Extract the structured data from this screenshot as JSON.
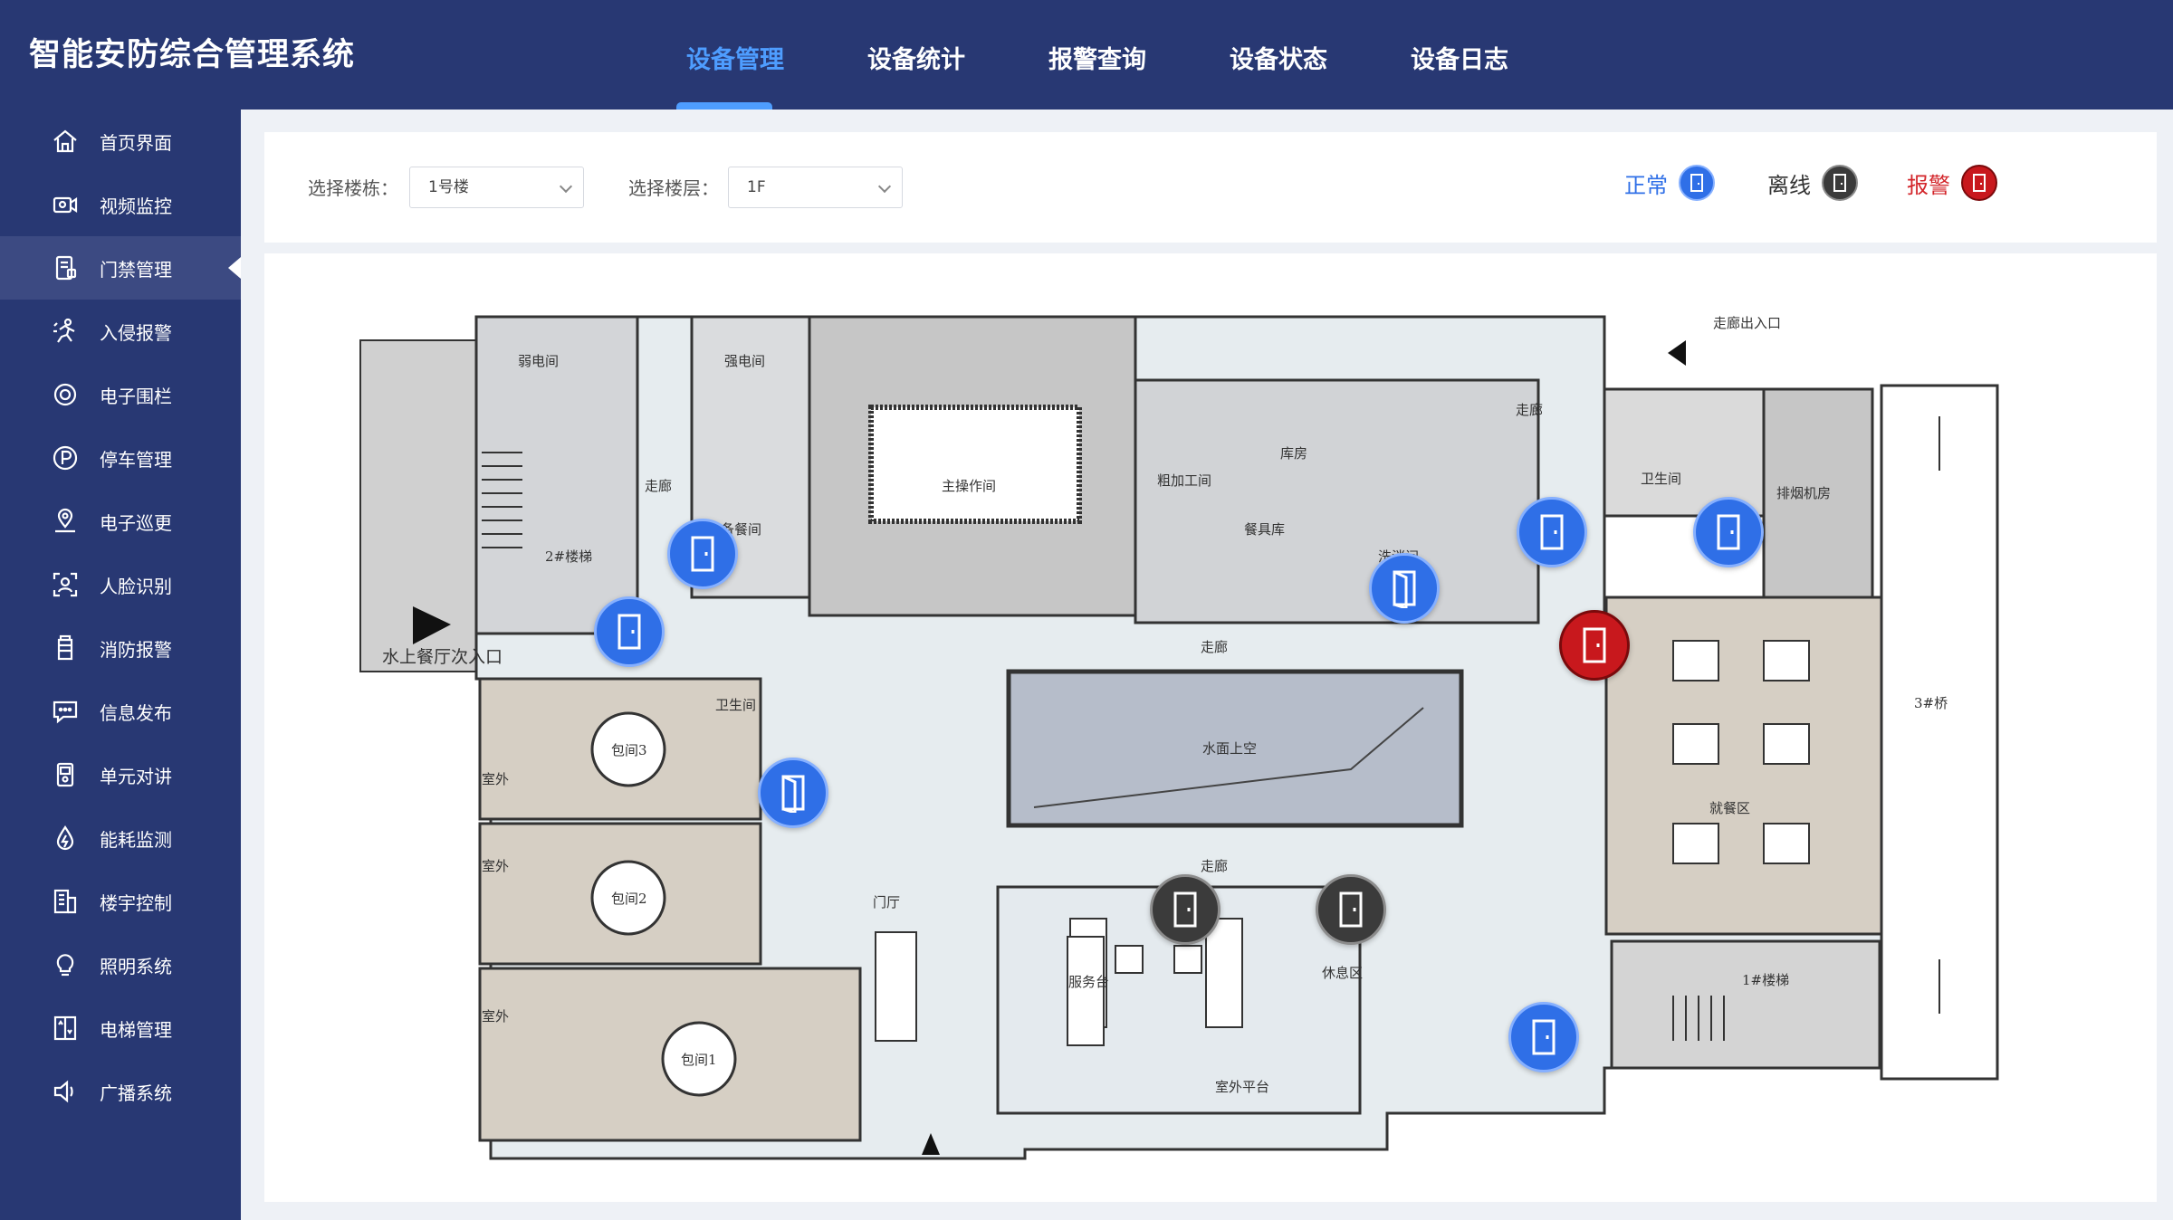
{
  "app": {
    "title": "智能安防综合管理系统"
  },
  "nav": [
    {
      "label": "设备管理",
      "active": true
    },
    {
      "label": "设备统计"
    },
    {
      "label": "报警查询"
    },
    {
      "label": "设备状态"
    },
    {
      "label": "设备日志"
    }
  ],
  "sidebar": [
    {
      "label": "首页界面",
      "icon": "home-icon"
    },
    {
      "label": "视频监控",
      "icon": "camera-icon"
    },
    {
      "label": "门禁管理",
      "icon": "access-control-icon",
      "active": true
    },
    {
      "label": "入侵报警",
      "icon": "intruder-icon"
    },
    {
      "label": "电子围栏",
      "icon": "fence-icon"
    },
    {
      "label": "停车管理",
      "icon": "parking-icon"
    },
    {
      "label": "电子巡更",
      "icon": "patrol-icon"
    },
    {
      "label": "人脸识别",
      "icon": "face-scan-icon"
    },
    {
      "label": "消防报警",
      "icon": "fire-alarm-icon"
    },
    {
      "label": "信息发布",
      "icon": "message-icon"
    },
    {
      "label": "单元对讲",
      "icon": "intercom-icon"
    },
    {
      "label": "能耗监测",
      "icon": "energy-icon"
    },
    {
      "label": "楼宇控制",
      "icon": "building-icon"
    },
    {
      "label": "照明系统",
      "icon": "bulb-icon"
    },
    {
      "label": "电梯管理",
      "icon": "elevator-icon"
    },
    {
      "label": "广播系统",
      "icon": "speaker-icon"
    }
  ],
  "filters": {
    "building_label": "选择楼栋：",
    "building_value": "1号楼",
    "floor_label": "选择楼层：",
    "floor_value": "1F"
  },
  "legend": [
    {
      "label": "正常",
      "status": "normal",
      "color": "#2f6fe7"
    },
    {
      "label": "离线",
      "status": "offline",
      "color": "#3b3b3b"
    },
    {
      "label": "报警",
      "status": "alarm",
      "color": "#c8181d"
    }
  ],
  "floorplan": {
    "rooms": {
      "weak_room": "弱电间",
      "strong_room": "强电间",
      "kitchen": "主操作间",
      "storage": "库房",
      "rough_process": "粗加工间",
      "dish_room": "洗消间",
      "tableware": "餐具库",
      "prep": "备餐间",
      "corridor": "走廊",
      "stair2": "2#楼梯",
      "secondary_entrance": "水上餐厅次入口",
      "pool": "水面上空",
      "lobby": "门厅",
      "rest_area": "休息区",
      "service_desk": "服务台",
      "outdoor_platform": "室外平台",
      "dining": "就餐区",
      "stair1": "1#楼梯",
      "bridge3": "3#桥",
      "exhaust": "排烟机房",
      "toilet": "卫生间",
      "outdoor": "室外",
      "private1": "包间1",
      "private2": "包间2",
      "private3": "包间3",
      "top_note": "走廊出入口"
    },
    "doors": [
      {
        "id": "door-prep",
        "status": "normal"
      },
      {
        "id": "door-entrance",
        "status": "normal"
      },
      {
        "id": "door-private3",
        "status": "normal"
      },
      {
        "id": "door-dish",
        "status": "normal"
      },
      {
        "id": "door-corridor-east",
        "status": "normal"
      },
      {
        "id": "door-toilet-east",
        "status": "normal"
      },
      {
        "id": "door-dining",
        "status": "alarm"
      },
      {
        "id": "door-rest-west",
        "status": "offline"
      },
      {
        "id": "door-rest-east",
        "status": "offline"
      },
      {
        "id": "door-stair1",
        "status": "normal"
      }
    ]
  }
}
